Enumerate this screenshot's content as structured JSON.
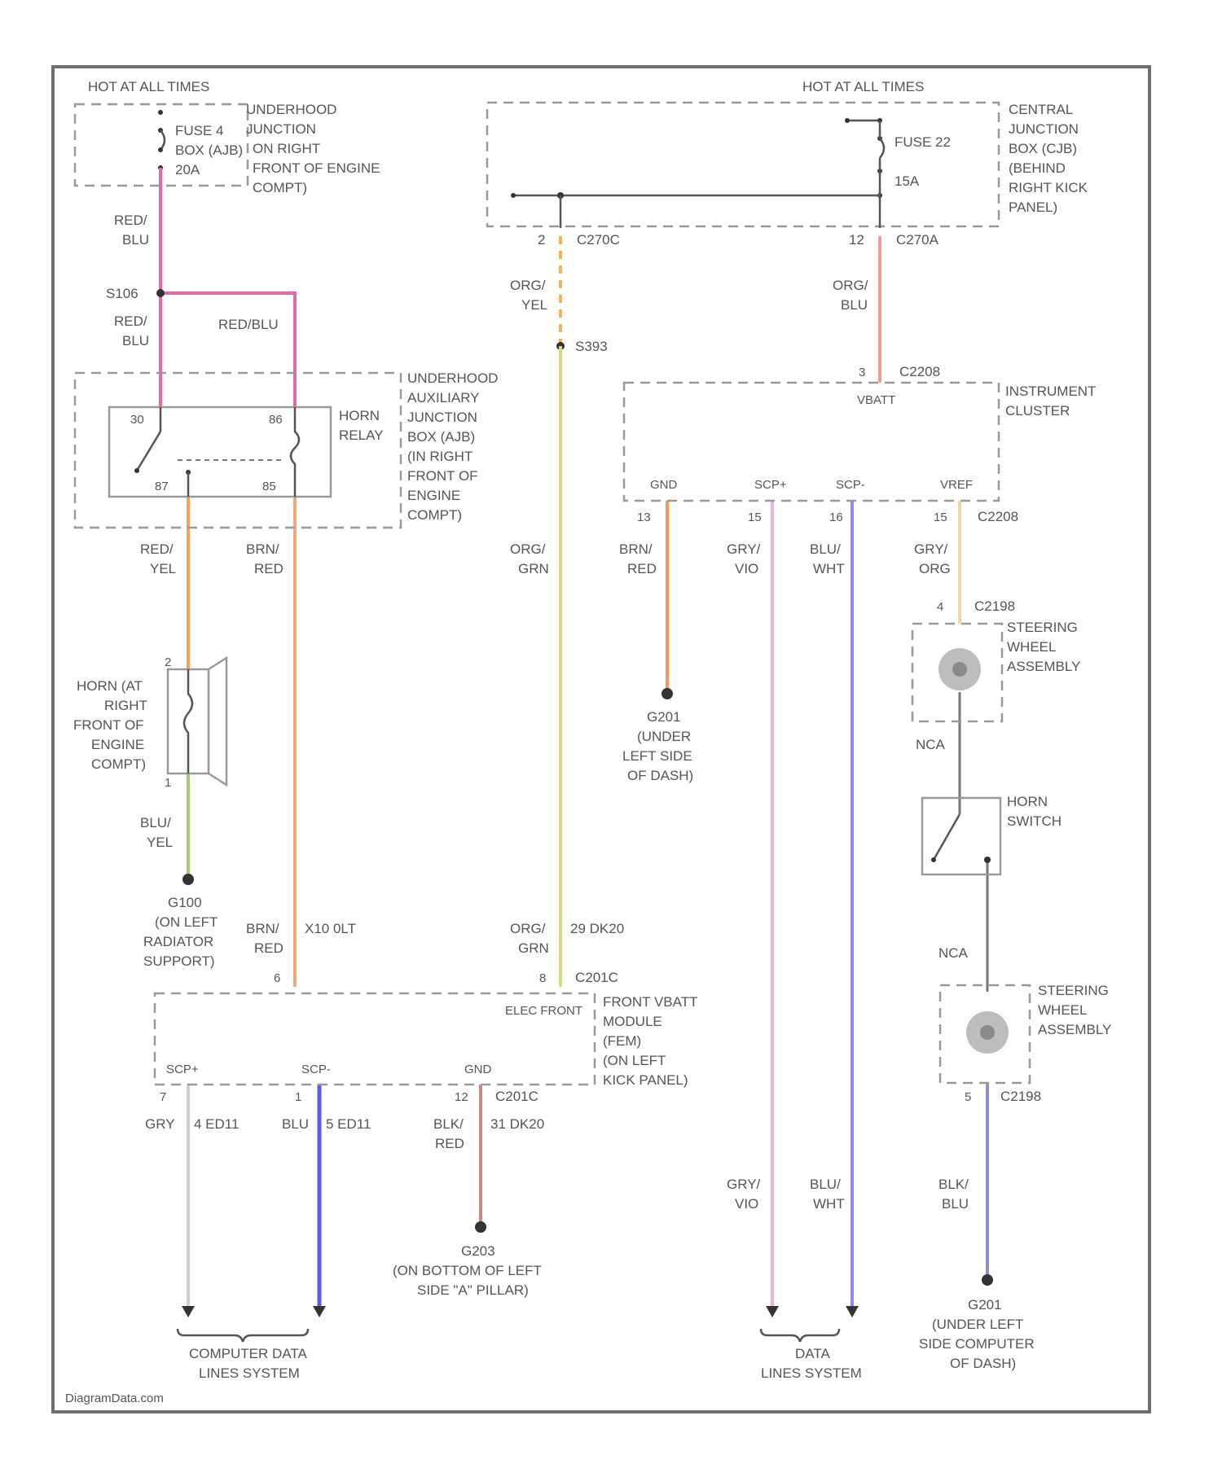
{
  "left_power": {
    "hot_label": "HOT AT ALL TIMES",
    "fuse_lines": [
      "FUSE 4",
      "BOX (AJB)",
      "20A"
    ],
    "box_lines": [
      "UNDERHOOD",
      "JUNCTION",
      "ON RIGHT",
      "FRONT OF ENGINE",
      "COMPT)"
    ]
  },
  "central_box": {
    "hot_label": "HOT AT ALL TIMES",
    "fuse_lines": [
      "FUSE 22",
      "15A"
    ],
    "box_lines": [
      "CENTRAL",
      "JUNCTION",
      "BOX (CJB)",
      "(BEHIND",
      "RIGHT KICK",
      "PANEL)"
    ],
    "pin_left": "2",
    "conn_left": "C270C",
    "pin_right": "12",
    "conn_right": "C270A"
  },
  "wires": {
    "red_blu_top": [
      "RED/",
      "BLU"
    ],
    "red_blu_left": [
      "RED/",
      "BLU"
    ],
    "red_blu_right": "RED/BLU",
    "splice_s106": "S106",
    "org_yel": [
      "ORG/",
      "YEL"
    ],
    "splice_s393": "S393",
    "org_blu": [
      "ORG/",
      "BLU"
    ],
    "red_yel": [
      "RED/",
      "YEL"
    ],
    "brn_red_relay": [
      "BRN/",
      "RED"
    ],
    "org_grn_mid": [
      "ORG/",
      "GRN"
    ],
    "brn_red_cluster": [
      "BRN/",
      "RED"
    ],
    "gry_vio": [
      "GRY/",
      "VIO"
    ],
    "blu_wht": [
      "BLU/",
      "WHT"
    ],
    "gry_org": [
      "GRY/",
      "ORG"
    ],
    "blu_yel": [
      "BLU/",
      "YEL"
    ],
    "brn_red_lower": [
      "BRN/",
      "RED"
    ],
    "brn_red_lower_code": "X10 0LT",
    "org_grn_lower": [
      "ORG/",
      "GRN"
    ],
    "org_grn_lower_code": "29 DK20",
    "nca_upper": "NCA",
    "nca_lower": "NCA",
    "gry_vio_lower": [
      "GRY/",
      "VIO"
    ],
    "blu_wht_lower": [
      "BLU/",
      "WHT"
    ],
    "blu_blu_lower": [
      "BLK/",
      "BLU"
    ]
  },
  "relay": {
    "box_lines": [
      "UNDERHOOD",
      "AUXILIARY",
      "JUNCTION",
      "BOX (AJB)",
      "(IN RIGHT",
      "FRONT OF",
      "ENGINE",
      "COMPT)"
    ],
    "name_lines": [
      "HORN",
      "RELAY"
    ],
    "pins": [
      "30",
      "86",
      "87",
      "85"
    ]
  },
  "cluster": {
    "conn_pin": "3",
    "conn": "C2208",
    "vbatt": "VBATT",
    "name_lines": [
      "INSTRUMENT",
      "CLUSTER"
    ],
    "pins": [
      "GND",
      "SCP+",
      "SCP-",
      "VREF"
    ],
    "pin_numbers": [
      "13",
      "15",
      "16",
      "15"
    ],
    "bottom_conn": "C2208"
  },
  "horn": {
    "pin_top": "2",
    "pin_bottom": "1",
    "label_lines": [
      "HORN (AT",
      "RIGHT",
      "FRONT OF",
      "ENGINE",
      "COMPT)"
    ]
  },
  "grounds": {
    "g100": [
      "G100",
      "(ON LEFT",
      "RADIATOR",
      "SUPPORT)"
    ],
    "g201": [
      "G201",
      "(UNDER",
      "LEFT SIDE",
      "OF DASH)"
    ],
    "g203": [
      "G203",
      "(ON BOTTOM OF LEFT",
      "SIDE \"A\" PILLAR)"
    ],
    "g201b": [
      "G201",
      "(UNDER LEFT",
      "SIDE COMPUTER",
      "OF DASH)"
    ]
  },
  "steering_upper": {
    "conn_pin": "4",
    "conn": "C2198",
    "lines": [
      "STEERING",
      "WHEEL",
      "ASSEMBLY"
    ]
  },
  "horn_switch": {
    "lines": [
      "HORN",
      "SWITCH"
    ]
  },
  "steering_lower": {
    "conn_pin": "5",
    "conn": "C2198",
    "lines": [
      "STEERING",
      "WHEEL",
      "ASSEMBLY"
    ]
  },
  "gem": {
    "pin_left": "6",
    "pin_right": "8",
    "conn": "C201C",
    "name": "ELEC FRONT",
    "lines": [
      "FRONT VBATT",
      "MODULE",
      "(FEM)",
      "(ON LEFT",
      "KICK PANEL)"
    ],
    "pins": [
      "SCP+",
      "SCP-",
      "GND"
    ],
    "pin_numbers": [
      "7",
      "1",
      "12"
    ],
    "conn_b": "C201C",
    "wire_gry": "GRY",
    "wire_gry_code": "4 ED11",
    "wire_blu": "BLU",
    "wire_blu_code": "5 ED11",
    "wire_blk": [
      "BLK/",
      "RED"
    ],
    "wire_blk_code": "31 DK20"
  },
  "bottom_labels": {
    "computer_data": [
      "COMPUTER DATA",
      "LINES SYSTEM"
    ],
    "data_lines": [
      "DATA",
      "LINES SYSTEM"
    ]
  },
  "watermark": "DiagramData.com"
}
